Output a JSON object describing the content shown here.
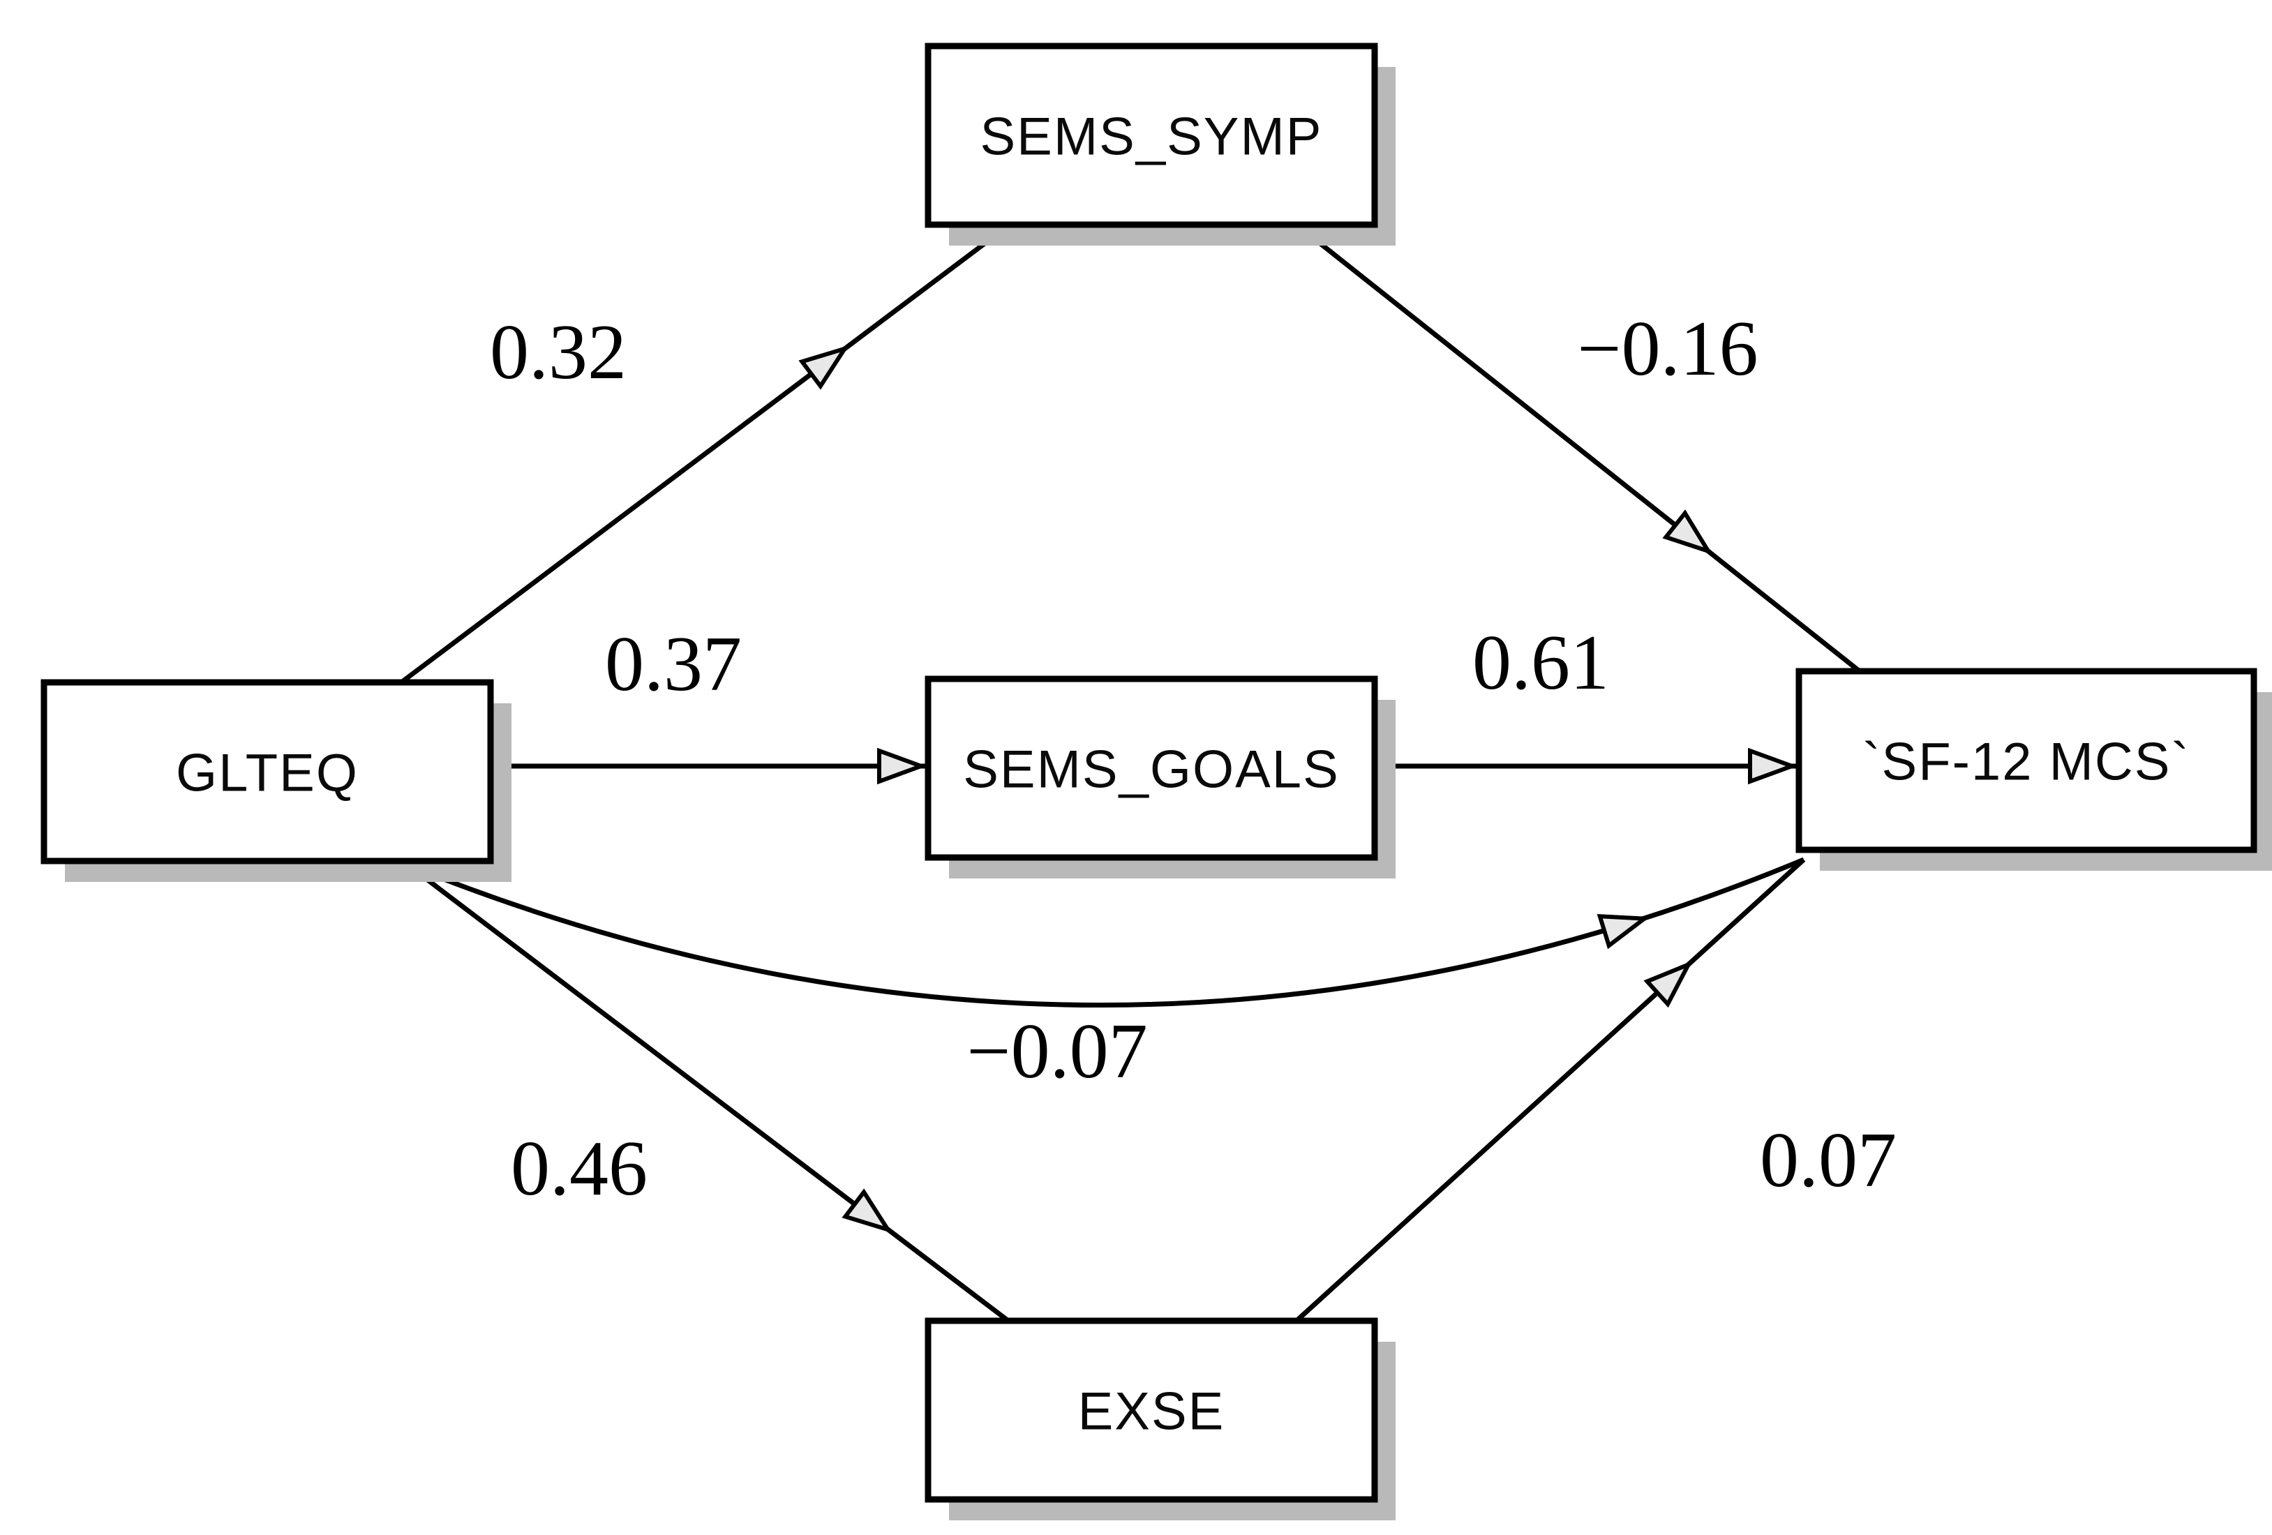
{
  "diagram": {
    "type": "path-model",
    "description": "Structural equation / mediation path diagram with standardized coefficients",
    "background_color": "#ffffff",
    "line_color": "#000000",
    "box_fill": "#ffffff",
    "box_border_color": "#000000",
    "shadow_color": "#b9b9b9",
    "arrowhead_fill": "#e8e8e8",
    "nodes": [
      {
        "id": "sems_symp",
        "label": "SEMS_SYMP"
      },
      {
        "id": "glteq",
        "label": "GLTEQ"
      },
      {
        "id": "sems_goals",
        "label": "SEMS_GOALS"
      },
      {
        "id": "sf12_mcs",
        "label": "`SF-12 MCS`"
      },
      {
        "id": "exse",
        "label": "EXSE"
      }
    ],
    "edges": [
      {
        "from": "GLTEQ",
        "to": "SEMS_SYMP",
        "coef": "0.32",
        "shape": "straight"
      },
      {
        "from": "SEMS_SYMP",
        "to": "SF-12 MCS",
        "coef": "−0.16",
        "shape": "straight"
      },
      {
        "from": "GLTEQ",
        "to": "SEMS_GOALS",
        "coef": "0.37",
        "shape": "straight"
      },
      {
        "from": "SEMS_GOALS",
        "to": "SF-12 MCS",
        "coef": "0.61",
        "shape": "straight"
      },
      {
        "from": "GLTEQ",
        "to": "SF-12 MCS",
        "coef": "−0.07",
        "shape": "curved"
      },
      {
        "from": "GLTEQ",
        "to": "EXSE",
        "coef": "0.46",
        "shape": "straight"
      },
      {
        "from": "EXSE",
        "to": "SF-12 MCS",
        "coef": "0.07",
        "shape": "straight"
      }
    ]
  }
}
